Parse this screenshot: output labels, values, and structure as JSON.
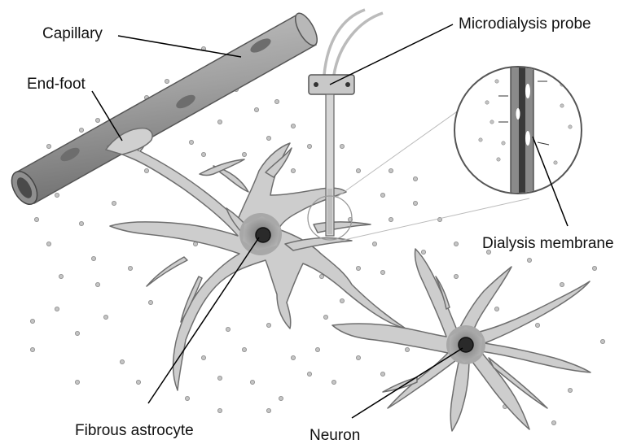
{
  "labels": {
    "capillary": "Capillary",
    "end_foot": "End-foot",
    "microdialysis_probe": "Microdialysis probe",
    "dialysis_membrane": "Dialysis membrane",
    "fibrous_astrocyte": "Fibrous astrocyte",
    "neuron": "Neuron"
  },
  "colors": {
    "cell_fill": "#cdcdcd",
    "cell_stroke": "#6e6e6e",
    "soma_inner": "#8e8e8e",
    "nucleus": "#2a2a2a",
    "capillary_fill": "#9d9d9d",
    "dots": "#b5b5b5",
    "leader_line": "#000000"
  }
}
